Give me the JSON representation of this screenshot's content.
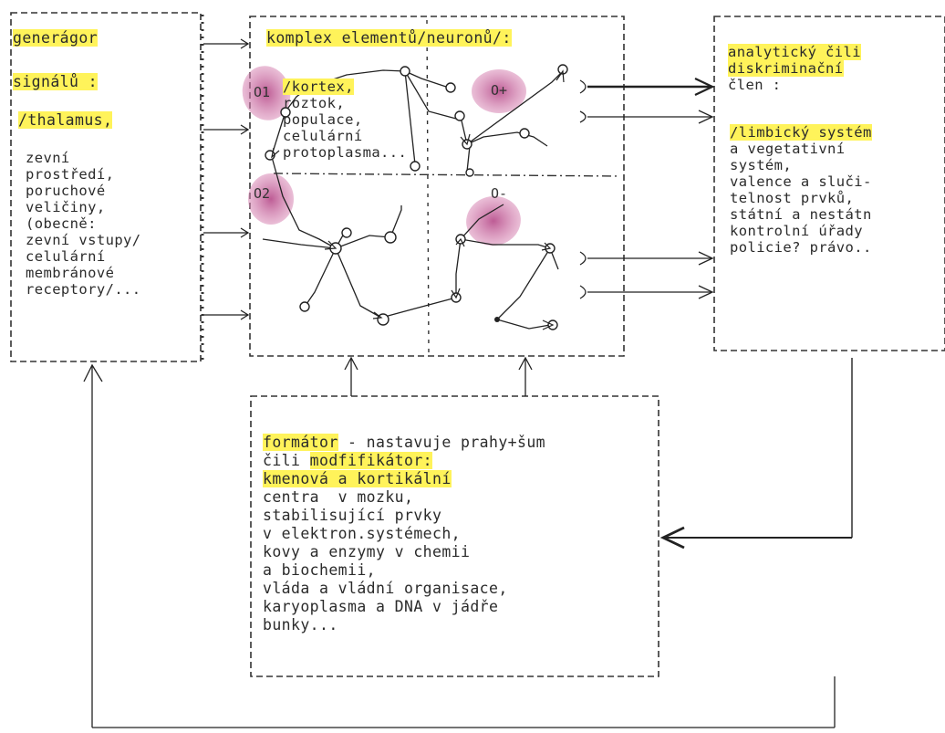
{
  "generator": {
    "title_line1": "generágor",
    "title_line2": "signálů :",
    "lines": [
      "/thalamus,",
      "zevní",
      "prostředí,",
      "poruchové",
      "veličiny,",
      "(obecně:",
      "zevní vstupy/",
      "celulární",
      "membránové",
      "receptory/..."
    ]
  },
  "complex": {
    "title": "komplex elementů/neuronů/:",
    "lines": [
      "/kortex,",
      "roztok,",
      "populace,",
      "celulární",
      "protoplasma..."
    ],
    "quadrant_labels": [
      "O1",
      "O+",
      "O2",
      "O-"
    ]
  },
  "analyzer": {
    "lines_highlighted": [
      "analytický čili",
      "diskriminační"
    ],
    "line3": "člen :",
    "highlight_line4": "/limbický systém",
    "lines": [
      "a vegetativní",
      "systém,",
      "valence a sluči-",
      "telnost prvků,",
      "státní a nestátn",
      "kontrolní úřady",
      "policie? právo.."
    ]
  },
  "formator": {
    "first_hl": "formátor",
    "first_rest": " - nastavuje prahy+šum",
    "second_plain": "čili ",
    "second_hl": "modfifikátor:",
    "third_hl": "kmenová a kortikální",
    "lines": [
      "centra  v mozku,",
      "stabilisující prvky",
      "v elektron.systémech,",
      "kovy a enzymy v chemii",
      "a biochemii,",
      "vláda a vládní organisace,",
      "karyoplasma a DNA v jádře",
      "bunky..."
    ]
  },
  "colors": {
    "highlight": "#fff35a",
    "blob": "#c0508e",
    "ink": "#2a2a2a"
  }
}
